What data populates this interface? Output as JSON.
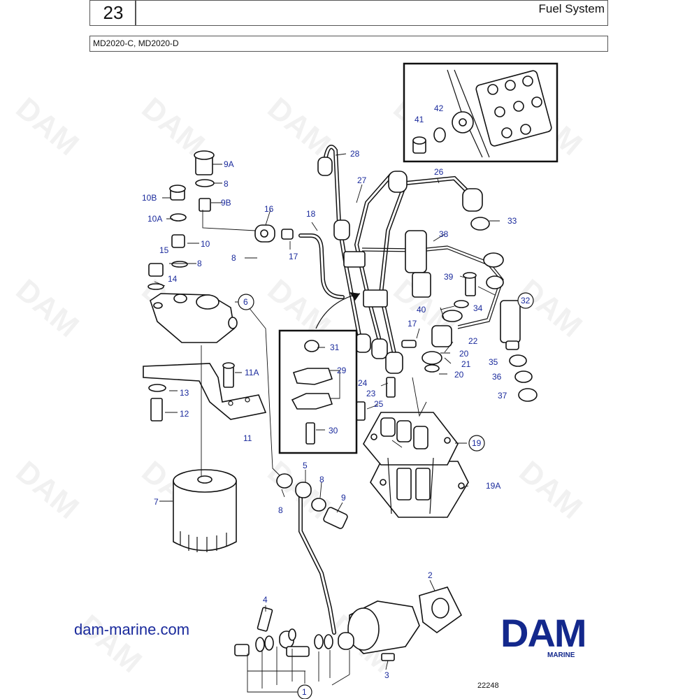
{
  "header": {
    "page_number": "23",
    "title": "Fuel System",
    "model": "MD2020-C, MD2020-D"
  },
  "watermark_text": "DAM",
  "website": "dam-marine.com",
  "logo": {
    "text": "DAM",
    "subtext": "MARINE",
    "color": "#13288c"
  },
  "drawing_number": "22248",
  "callout_color": "#1a2a9c",
  "callouts": {
    "c1": "1",
    "c2": "2",
    "c3": "3",
    "c4": "4",
    "c5": "5",
    "c6": "6",
    "c7": "7",
    "c8a": "8",
    "c8b": "8",
    "c8c": "8",
    "c8d": "8",
    "c8e": "8",
    "c9": "9",
    "c9a": "9A",
    "c9b": "9B",
    "c10": "10",
    "c10a": "10A",
    "c10b": "10B",
    "c11": "11",
    "c11a": "11A",
    "c12": "12",
    "c13": "13",
    "c14": "14",
    "c15": "15",
    "c16": "16",
    "c17a": "17",
    "c17b": "17",
    "c18": "18",
    "c19": "19",
    "c19a": "19A",
    "c20a": "20",
    "c20b": "20",
    "c21": "21",
    "c22": "22",
    "c23": "23",
    "c24": "24",
    "c25": "25",
    "c26": "26",
    "c27": "27",
    "c28": "28",
    "c29": "29",
    "c30": "30",
    "c31": "31",
    "c32": "32",
    "c33": "33",
    "c34": "34",
    "c35": "35",
    "c36": "36",
    "c37": "37",
    "c38": "38",
    "c39": "39",
    "c40": "40",
    "c41": "41",
    "c42": "42"
  }
}
